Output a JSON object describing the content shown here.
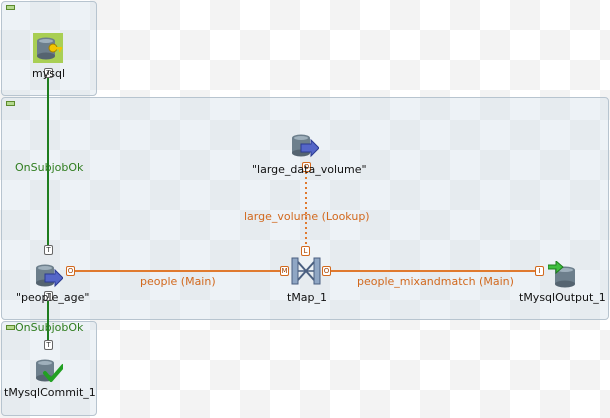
{
  "components": {
    "mysql": {
      "label": "mysql",
      "icon": "mysql-connection-icon"
    },
    "large_data_volume": {
      "label": "\"large_data_volume\"",
      "icon": "mysql-input-icon"
    },
    "people_age": {
      "label": "\"people_age\"",
      "icon": "mysql-input-icon"
    },
    "tmap": {
      "label": "tMap_1",
      "icon": "tmap-icon"
    },
    "mysql_output": {
      "label": "tMysqlOutput_1",
      "icon": "mysql-output-icon"
    },
    "mysql_commit": {
      "label": "tMysqlCommit_1",
      "icon": "mysql-commit-icon"
    }
  },
  "connections": {
    "onsubjobok_top": "OnSubjobOk",
    "onsubjobok_bottom": "OnSubjobOk",
    "lookup": "large_volume (Lookup)",
    "people_main": "people (Main)",
    "mixandmatch_main": "people_mixandmatch (Main)"
  },
  "ports": {
    "trigger": "T",
    "output": "O",
    "main_in": "M",
    "lookup_in": "L",
    "input": "I"
  },
  "colors": {
    "trigger_link": "#1e7d1e",
    "main_link": "#e07a2f",
    "subjob_fill": "#d6e2ec",
    "subjob_border": "#b7c4cf"
  }
}
